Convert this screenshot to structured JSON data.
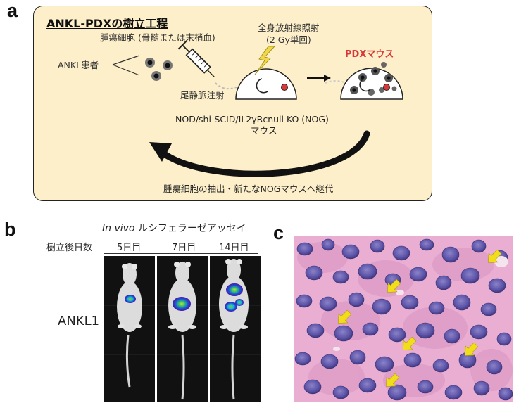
{
  "panel_a": {
    "letter": "a",
    "title": "ANKL-PDXの樹立工程",
    "patient_label": "ANKL患者",
    "tumor_cells_label": "腫瘍細胞 (骨髄または末梢血)",
    "injection_label": "尾静脈注射",
    "irradiation_label": "全身放射線照射",
    "irradiation_dose": "(2 Gy単回)",
    "pdx_mouse_label": "PDXマウス",
    "strain_label": "NOD/shi-SCID/IL2γRcnull KO (NOG)",
    "strain_sub": "マウス",
    "passage_label": "腫瘍細胞の抽出・新たなNOGマウスへ継代",
    "colors": {
      "box_fill": "#fdefc9",
      "box_border": "#222222",
      "accent_red": "#d9383a",
      "bolt": "#f0d84a"
    }
  },
  "panel_b": {
    "letter": "b",
    "imaging_prefix": "In vivo",
    "imaging_suffix": " ルシフェラーゼアッセイ",
    "day_header": "樹立後日数",
    "days": [
      "5日目",
      "7日目",
      "14日目"
    ],
    "sample_label": "ANKL1"
  },
  "panel_c": {
    "letter": "c",
    "description_icon": "histology-he-stain",
    "arrow_color": "#f2dd1a"
  }
}
